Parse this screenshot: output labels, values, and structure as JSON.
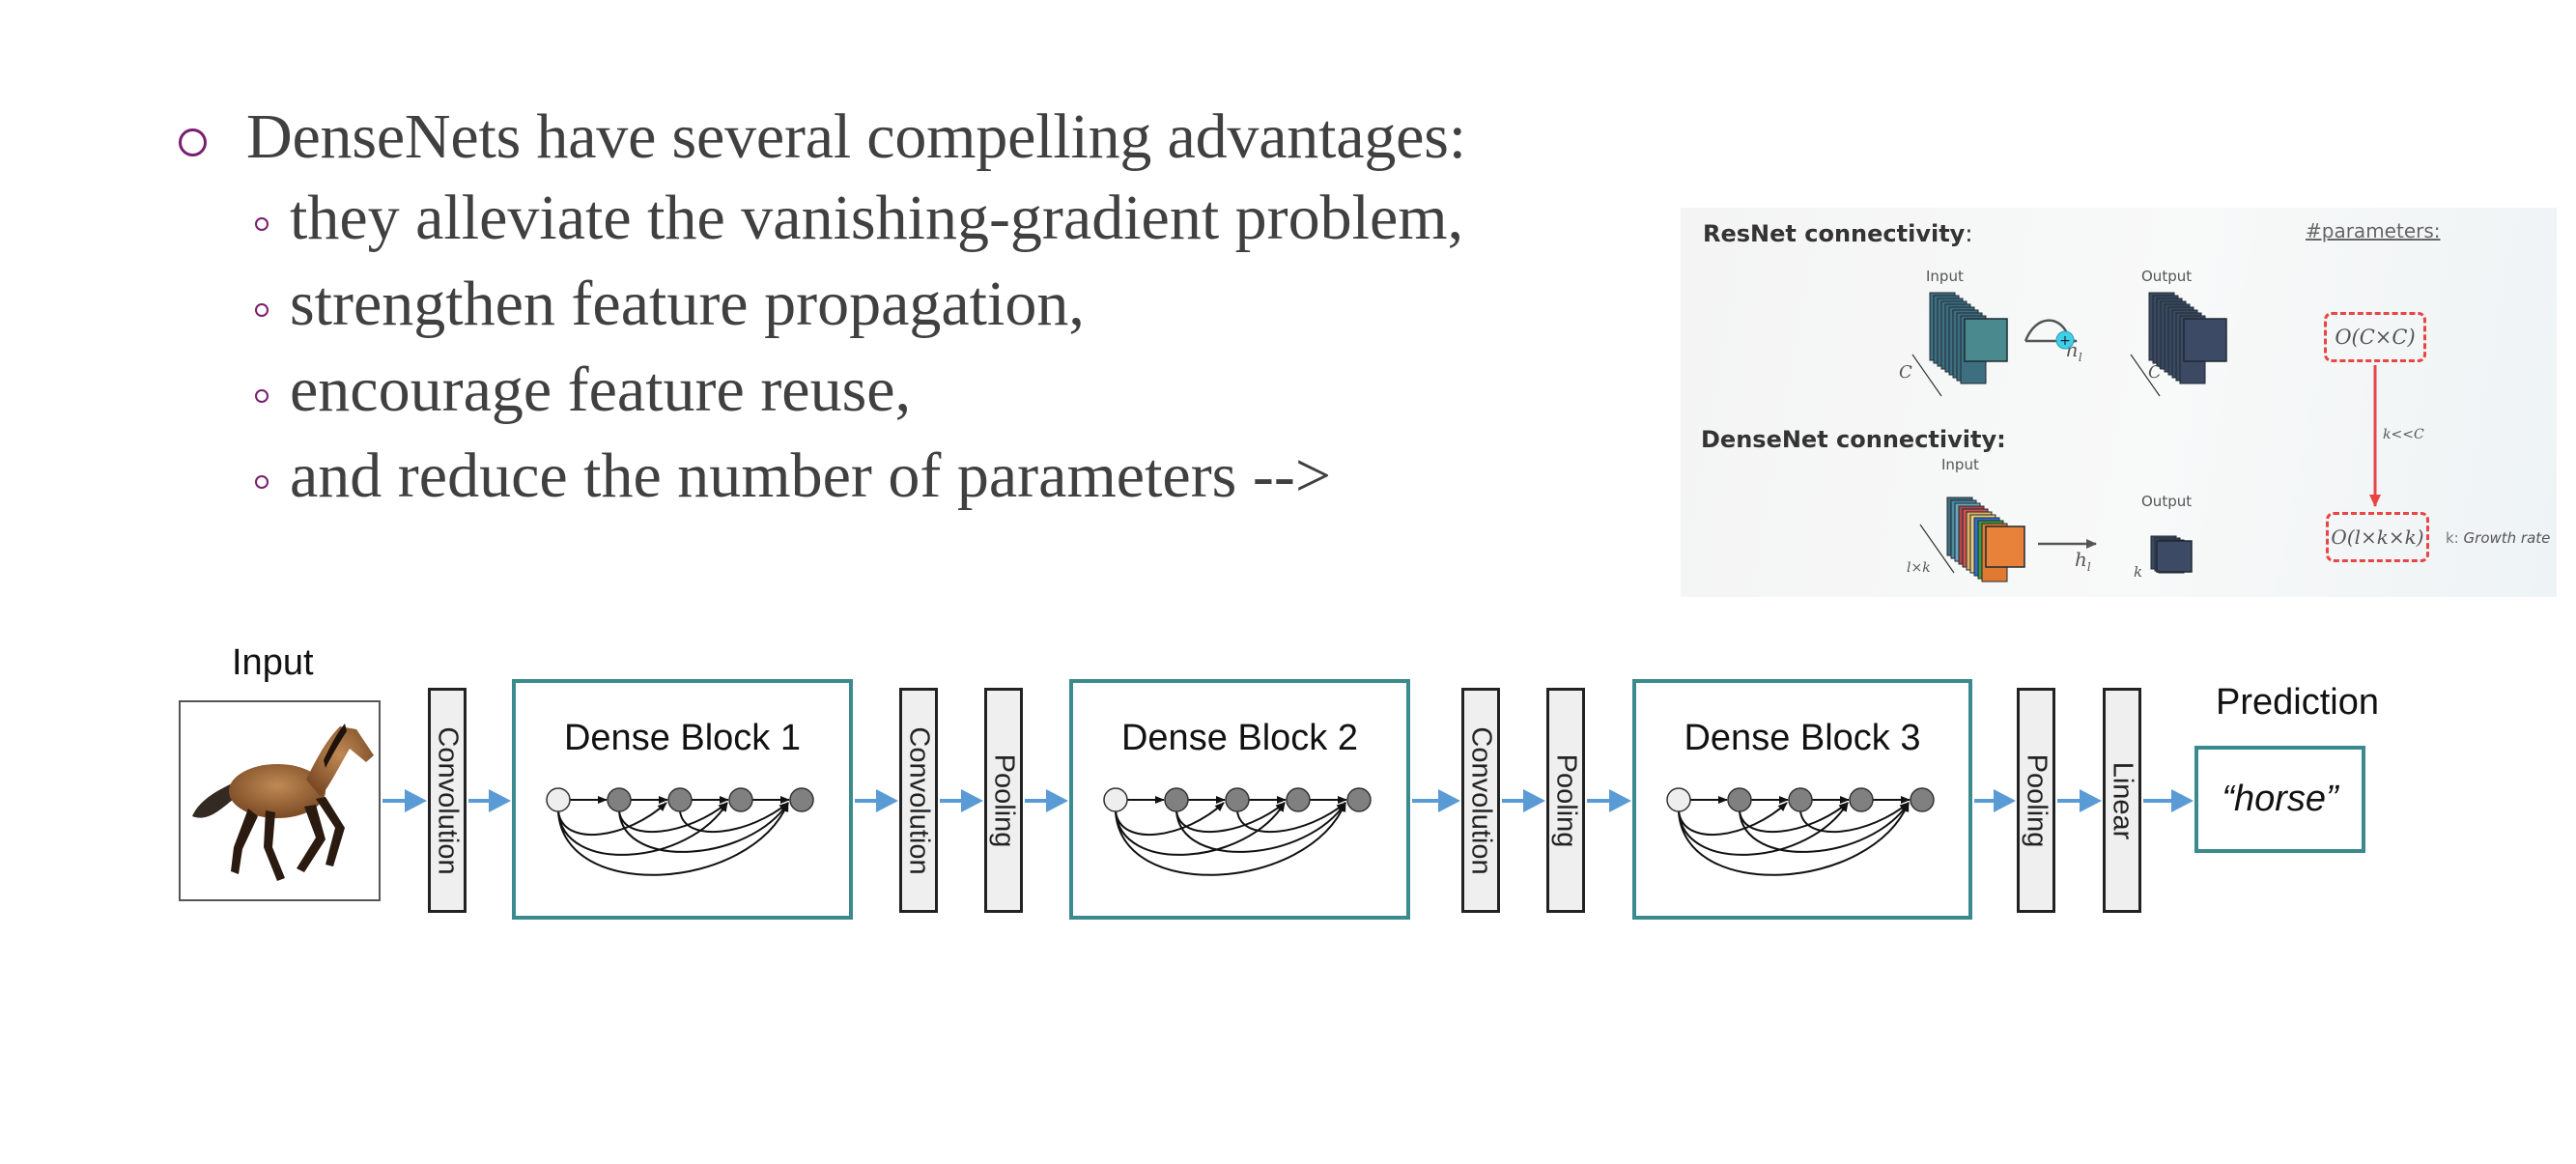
{
  "slide": {
    "main_bullet": "DenseNets have several compelling advantages:",
    "sub_bullets": [
      "they alleviate the vanishing-gradient problem,",
      "strengthen feature propagation,",
      "encourage feature reuse,",
      "and reduce the number of parameters -->"
    ],
    "colors": {
      "text": "#404040",
      "bullet": "#7a1f6e"
    }
  },
  "inset": {
    "resnet_title": "ResNet connectivity",
    "resnet_colon": ":",
    "densenet_title": "DenseNet connectivity:",
    "params_label": "#parameters:",
    "resnet_input_label": "Input",
    "resnet_output_label": "Output",
    "resnet_h_label": "h",
    "resnet_h_sub": "l",
    "resnet_c_in": "C",
    "resnet_c_out": "C",
    "plus_symbol": "+",
    "densenet_input_label": "Input",
    "densenet_output_label": "Output",
    "densenet_h_label": "h",
    "densenet_h_sub": "l",
    "densenet_lk": "l×k",
    "densenet_k": "k",
    "resnet_complexity": "O(C×C)",
    "densenet_complexity": "O(l×k×k)",
    "arrow_label": "k<<C",
    "growth_rate_key": "k:",
    "growth_rate_text": "Growth rate",
    "colors": {
      "accent_red": "#e84545",
      "resnet_input": "#4a8a8e",
      "resnet_output": "#3d4a66",
      "plus_node": "#3fd0e8"
    },
    "densenet_layer_colors": [
      "#3e6f80",
      "#4f8aa0",
      "#6aa8bf",
      "#b04848",
      "#d05050",
      "#e0b060",
      "#e8cc80",
      "#2f6fd0",
      "#3a9a3a",
      "#e07a30"
    ]
  },
  "diagram": {
    "input_label": "Input",
    "input_image": "horse-photo",
    "stages": [
      {
        "type": "layer",
        "label": "Convolution"
      },
      {
        "type": "dense",
        "label": "Dense Block 1"
      },
      {
        "type": "layer",
        "label": "Convolution"
      },
      {
        "type": "layer",
        "label": "Pooling"
      },
      {
        "type": "dense",
        "label": "Dense Block 2"
      },
      {
        "type": "layer",
        "label": "Convolution"
      },
      {
        "type": "layer",
        "label": "Pooling"
      },
      {
        "type": "dense",
        "label": "Dense Block 3"
      },
      {
        "type": "layer",
        "label": "Pooling"
      },
      {
        "type": "layer",
        "label": "Linear"
      }
    ],
    "prediction_label": "Prediction",
    "prediction_value": "“horse”",
    "nodes_per_block": 5,
    "colors": {
      "block_border": "#3a8a8e",
      "arrow": "#5b9bd5",
      "node_first": "#eeeeee",
      "node_other": "#808080"
    }
  }
}
